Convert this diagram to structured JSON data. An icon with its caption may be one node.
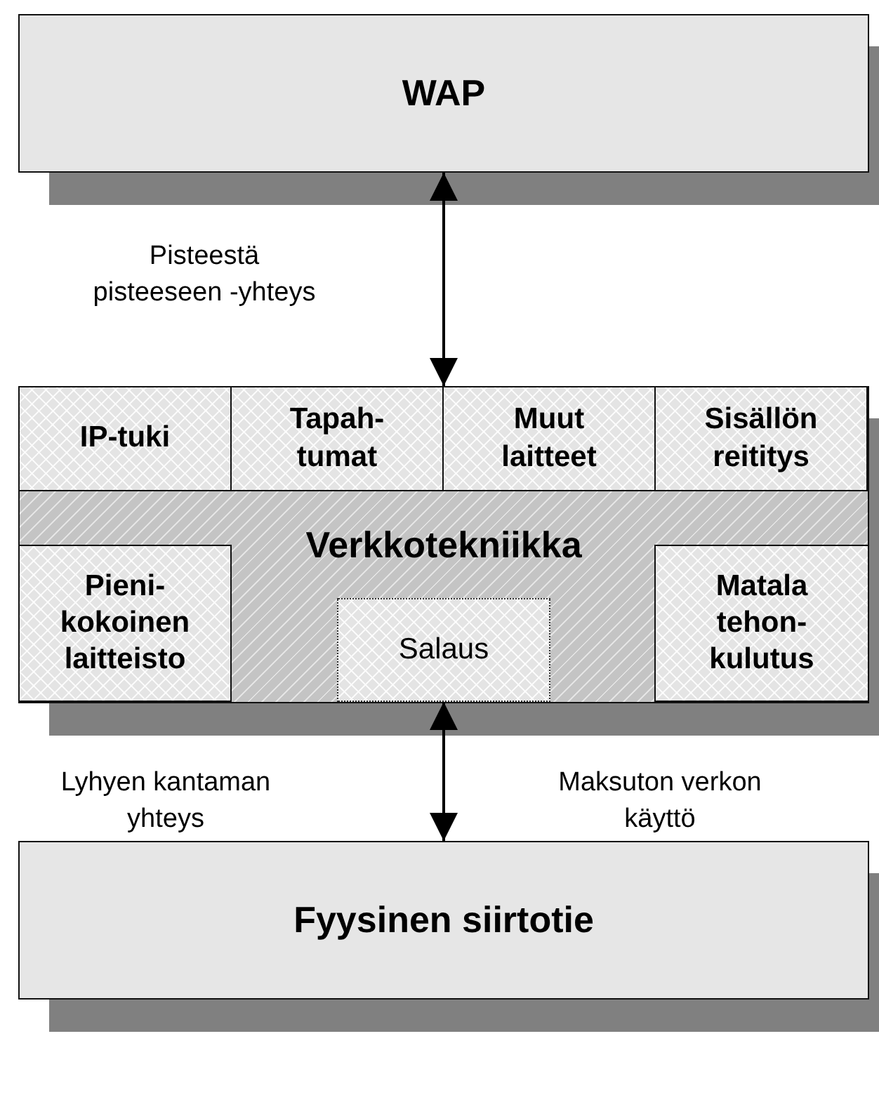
{
  "diagram": {
    "nodes": [
      {
        "text": [
          "WAP"
        ]
      },
      {
        "text": [
          "Verkkotekniikka"
        ]
      },
      {
        "text": [
          "IP-tuki"
        ],
        "in": 1
      },
      {
        "text": [
          "Tapah- tumat"
        ],
        "in": 1
      },
      {
        "text": [
          "Muut laitteet"
        ],
        "in": 1
      },
      {
        "text": [
          "Sisällön reititys"
        ],
        "in": 1
      },
      {
        "text": [
          "Pieni- kokoinen laitteisto"
        ],
        "in": 1
      },
      {
        "text": [
          "Salaus"
        ],
        "in": 1
      },
      {
        "text": [
          "Matala tehon- kulutus"
        ],
        "in": 1
      },
      {
        "text": [
          "Fyysinen siirtotie"
        ]
      }
    ],
    "edges": [
      {
        "from": 0,
        "to": 1,
        "arrow": "both",
        "label": "Pisteestä pisteeseen -yhteys"
      },
      {
        "from": 7,
        "to": 9,
        "arrow": "both"
      }
    ],
    "labels": [
      "Lyhyen kantaman yhteys",
      "Maksuton verkon käyttö"
    ]
  }
}
